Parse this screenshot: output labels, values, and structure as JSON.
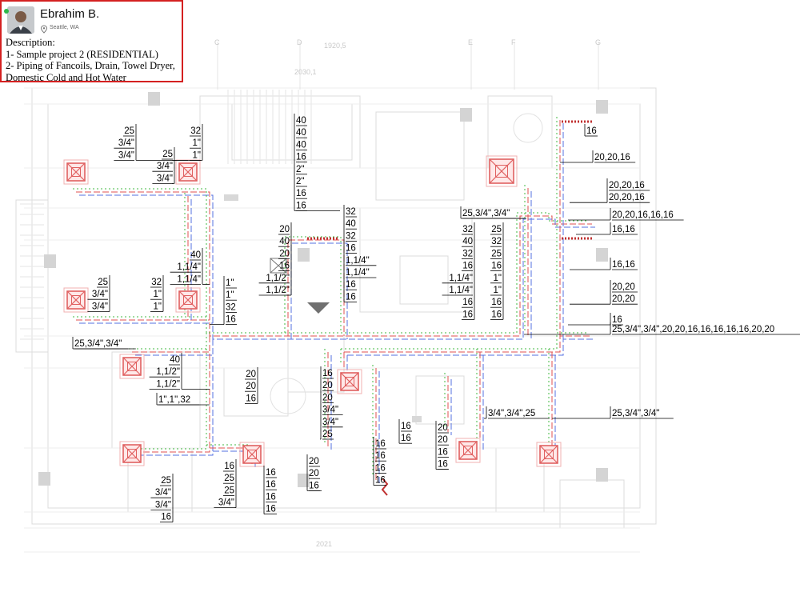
{
  "profile": {
    "name": "Ebrahim B.",
    "location": "Seattle, WA",
    "description_heading": "Description:",
    "description_lines": [
      "1- Sample project 2 (RESIDENTIAL)",
      "2- Piping of Fancoils, Drain, Towel Dryer,",
      "Domestic Cold and Hot Water"
    ]
  },
  "grid_labels": [
    "C",
    "D",
    "E",
    "F",
    "G"
  ],
  "dimension_labels": [
    "1920,5",
    "2030,1",
    "2021"
  ],
  "pipe_labels": [
    {
      "id": "s1",
      "values": [
        "25",
        "3/4\"",
        "3/4\""
      ]
    },
    {
      "id": "s2",
      "values": [
        "32",
        "1\"",
        "1\""
      ]
    },
    {
      "id": "s3",
      "values": [
        "25",
        "3/4\"",
        "3/4\""
      ]
    },
    {
      "id": "s4",
      "values": [
        "40",
        "40",
        "40",
        "16",
        "2\"",
        "2\"",
        "16",
        "16"
      ]
    },
    {
      "id": "s5",
      "values": [
        "16"
      ]
    },
    {
      "id": "s6",
      "values": [
        "20,20,16"
      ]
    },
    {
      "id": "s7",
      "values": [
        "20,20,16",
        "20,20,16"
      ]
    },
    {
      "id": "s8",
      "values": [
        "25,3/4\",3/4\""
      ]
    },
    {
      "id": "s9",
      "values": [
        "20,20,16,16,16"
      ]
    },
    {
      "id": "s10",
      "values": [
        "16,16"
      ]
    },
    {
      "id": "s11",
      "values": [
        "32",
        "40",
        "32",
        "16",
        "1,1/4\"",
        "1,1/4\"",
        "16",
        "16"
      ]
    },
    {
      "id": "s12",
      "values": [
        "20",
        "40",
        "20",
        "16",
        "1,1/2\"",
        "1,1/2\""
      ]
    },
    {
      "id": "s13",
      "values": [
        "32",
        "40",
        "32",
        "16",
        "1,1/4\"",
        "1,1/4\"",
        "16",
        "16"
      ]
    },
    {
      "id": "s14",
      "values": [
        "25",
        "32",
        "25",
        "16",
        "1\"",
        "1\"",
        "16",
        "16"
      ]
    },
    {
      "id": "s15",
      "values": [
        "40",
        "1,1/4\"",
        "1,1/4\""
      ]
    },
    {
      "id": "s16",
      "values": [
        "1\"",
        "1\"",
        "32",
        "16"
      ]
    },
    {
      "id": "s17",
      "values": [
        "25",
        "3/4\"",
        "3/4\""
      ]
    },
    {
      "id": "s18",
      "values": [
        "32",
        "1\"",
        "1\""
      ]
    },
    {
      "id": "s19",
      "values": [
        "16,16"
      ]
    },
    {
      "id": "s20",
      "values": [
        "20,20",
        "20,20"
      ]
    },
    {
      "id": "s21",
      "values": [
        "16"
      ]
    },
    {
      "id": "s22",
      "values": [
        "25,3/4\",3/4\",20,20,16,16,16,16,16,20,20"
      ]
    },
    {
      "id": "s23",
      "values": [
        "25,3/4\",3/4\""
      ]
    },
    {
      "id": "s24",
      "values": [
        "40",
        "1,1/2\"",
        "1,1/2\""
      ]
    },
    {
      "id": "s25",
      "values": [
        "1\",1\",32"
      ]
    },
    {
      "id": "s26",
      "values": [
        "20",
        "20",
        "16"
      ]
    },
    {
      "id": "s27",
      "values": [
        "16",
        "20",
        "20",
        "3/4\"",
        "3/4\"",
        "25"
      ]
    },
    {
      "id": "s28",
      "values": [
        "16",
        "16"
      ]
    },
    {
      "id": "s29",
      "values": [
        "20",
        "20",
        "16",
        "16"
      ]
    },
    {
      "id": "s30",
      "values": [
        "3/4\",3/4\",25"
      ]
    },
    {
      "id": "s31",
      "values": [
        "25,3/4\",3/4\""
      ]
    },
    {
      "id": "s32",
      "values": [
        "16",
        "16",
        "16",
        "16"
      ]
    },
    {
      "id": "s33",
      "values": [
        "20",
        "20",
        "16"
      ]
    },
    {
      "id": "s34",
      "values": [
        "16",
        "25",
        "25",
        "3/4\""
      ]
    },
    {
      "id": "s35",
      "values": [
        "16",
        "16",
        "16",
        "16"
      ]
    },
    {
      "id": "s36",
      "values": [
        "25",
        "3/4\"",
        "3/4\"",
        "16"
      ]
    }
  ],
  "colors": {
    "card_border": "#d42020",
    "fancoil": "#e06060",
    "supply_pipe": "#e05050",
    "return_pipe": "#5570e0",
    "drain_pipe": "#40b840",
    "leader_line": "#000000",
    "background_lines": "#dcdcdc",
    "status_online": "#2fb84a"
  }
}
